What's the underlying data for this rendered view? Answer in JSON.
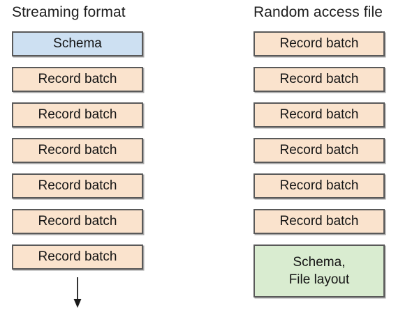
{
  "diagram": {
    "title_hidden": "",
    "colors": {
      "schema_fill": "#cde0f2",
      "record_fill": "#fae3cd",
      "footer_fill": "#d9ecd0",
      "box_border": "#595959",
      "text": "#141414",
      "background": "#ffffff",
      "arrow": "#333333"
    },
    "columns": [
      {
        "id": "streaming-format",
        "title": "Streaming format",
        "blocks": [
          {
            "label": "Schema",
            "kind": "schema"
          },
          {
            "label": "Record batch",
            "kind": "record"
          },
          {
            "label": "Record batch",
            "kind": "record"
          },
          {
            "label": "Record batch",
            "kind": "record"
          },
          {
            "label": "Record batch",
            "kind": "record"
          },
          {
            "label": "Record batch",
            "kind": "record"
          },
          {
            "label": "Record batch",
            "kind": "record"
          }
        ],
        "arrow": {
          "present": true,
          "direction": "down",
          "name": "stream-direction-arrow"
        }
      },
      {
        "id": "random-access-file",
        "title": "Random access file",
        "blocks": [
          {
            "label": "Record batch",
            "kind": "record"
          },
          {
            "label": "Record batch",
            "kind": "record"
          },
          {
            "label": "Record batch",
            "kind": "record"
          },
          {
            "label": "Record batch",
            "kind": "record"
          },
          {
            "label": "Record batch",
            "kind": "record"
          },
          {
            "label": "Record batch",
            "kind": "record"
          },
          {
            "label": "Schema,",
            "label2": "File layout",
            "kind": "footer"
          }
        ],
        "arrow": {
          "present": false,
          "direction": "",
          "name": ""
        }
      }
    ]
  }
}
